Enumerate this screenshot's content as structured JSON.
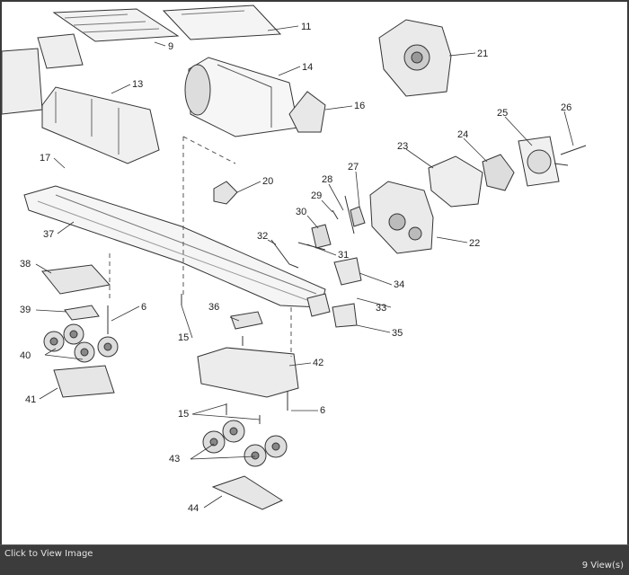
{
  "viewer": {
    "caption": "Click to View Image",
    "view_count": "9 View(s)"
  },
  "diagram": {
    "callouts": [
      {
        "id": "n9",
        "label": "9"
      },
      {
        "id": "n11",
        "label": "11"
      },
      {
        "id": "n13",
        "label": "13"
      },
      {
        "id": "n14",
        "label": "14"
      },
      {
        "id": "n16",
        "label": "16"
      },
      {
        "id": "n17",
        "label": "17"
      },
      {
        "id": "n20",
        "label": "20"
      },
      {
        "id": "n21",
        "label": "21"
      },
      {
        "id": "n22",
        "label": "22"
      },
      {
        "id": "n23",
        "label": "23"
      },
      {
        "id": "n24",
        "label": "24"
      },
      {
        "id": "n25",
        "label": "25"
      },
      {
        "id": "n26",
        "label": "26"
      },
      {
        "id": "n27",
        "label": "27"
      },
      {
        "id": "n28",
        "label": "28"
      },
      {
        "id": "n29",
        "label": "29"
      },
      {
        "id": "n30",
        "label": "30"
      },
      {
        "id": "n31",
        "label": "31"
      },
      {
        "id": "n32",
        "label": "32"
      },
      {
        "id": "n33",
        "label": "33"
      },
      {
        "id": "n34",
        "label": "34"
      },
      {
        "id": "n35",
        "label": "35"
      },
      {
        "id": "n36",
        "label": "36"
      },
      {
        "id": "n37",
        "label": "37"
      },
      {
        "id": "n38",
        "label": "38"
      },
      {
        "id": "n39",
        "label": "39"
      },
      {
        "id": "n40",
        "label": "40"
      },
      {
        "id": "n41",
        "label": "41"
      },
      {
        "id": "n42",
        "label": "42"
      },
      {
        "id": "n43",
        "label": "43"
      },
      {
        "id": "n44",
        "label": "44"
      },
      {
        "id": "n6a",
        "label": "6"
      },
      {
        "id": "n6b",
        "label": "6"
      },
      {
        "id": "n15a",
        "label": "15"
      },
      {
        "id": "n15b",
        "label": "15"
      }
    ]
  }
}
